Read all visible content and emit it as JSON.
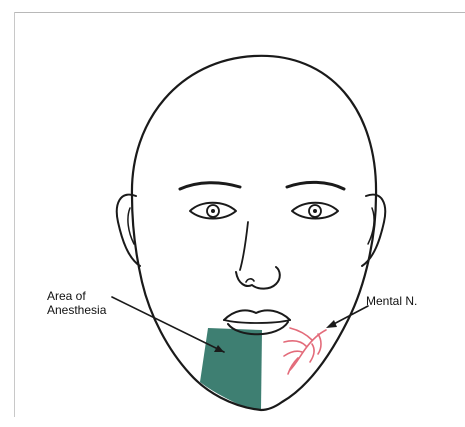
{
  "labels": {
    "area_line1": "Area of",
    "area_line2": "Anesthesia",
    "mental": "Mental N."
  },
  "colors": {
    "anesthesia_fill": "#3e7f72",
    "nerve": "#e36b7a",
    "line": "#1a1a1a"
  }
}
